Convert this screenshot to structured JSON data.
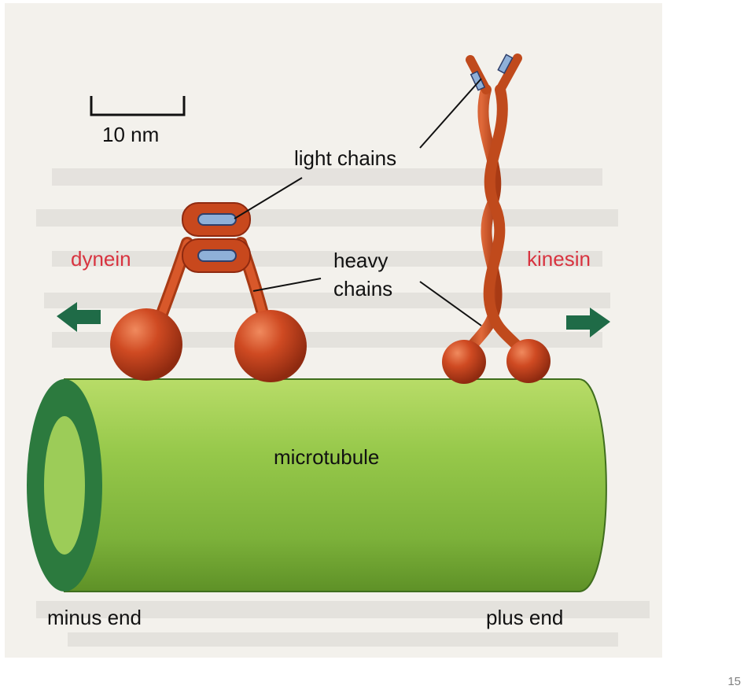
{
  "labels": {
    "scale": "10 nm",
    "light_chains": "light chains",
    "heavy_chains_line1": "heavy",
    "heavy_chains_line2": "chains",
    "dynein": "dynein",
    "kinesin": "kinesin",
    "microtubule": "microtubule",
    "minus_end": "minus end",
    "plus_end": "plus end"
  },
  "slide_number": "15",
  "colors": {
    "motor_protein": "#c8481d",
    "light_chain": "#8fb0d8",
    "microtubule": "#8cc040",
    "direction_arrow": "#1f6b47",
    "motor_label": "#d8333f"
  },
  "icons": {
    "left_arrow": "arrow-left-icon",
    "right_arrow": "arrow-right-icon"
  }
}
